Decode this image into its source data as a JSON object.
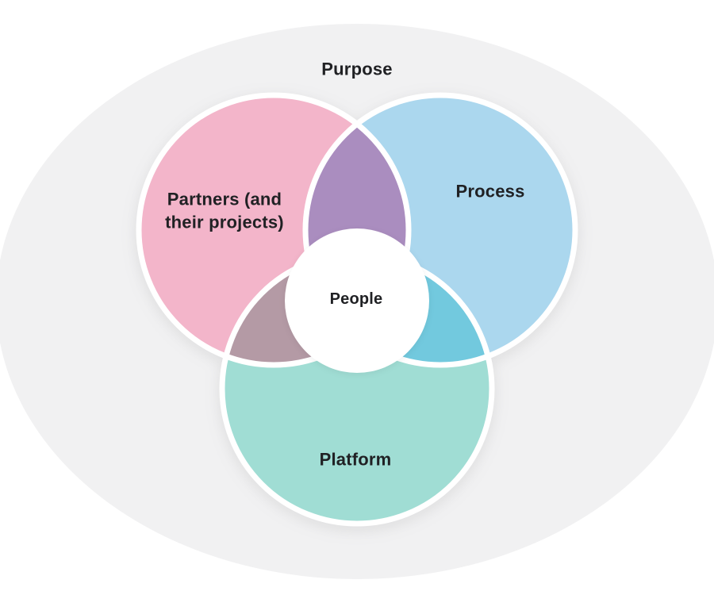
{
  "labels": {
    "purpose": "Purpose",
    "partners": "Partners (and their projects)",
    "process": "Process",
    "people": "People",
    "platform": "Platform"
  },
  "colors": {
    "page_background": "#ffffff",
    "background_ellipse": "#f1f1f2",
    "partners": "#f3b5ca",
    "process": "#abd7ee",
    "platform": "#a0ddd4",
    "partners_process_overlap": "#aa8dbf",
    "partners_platform_overlap": "#b49aa5",
    "process_platform_overlap": "#72c9de",
    "center_circle": "#ffffff",
    "stroke": "#ffffff",
    "text": "#202124"
  }
}
